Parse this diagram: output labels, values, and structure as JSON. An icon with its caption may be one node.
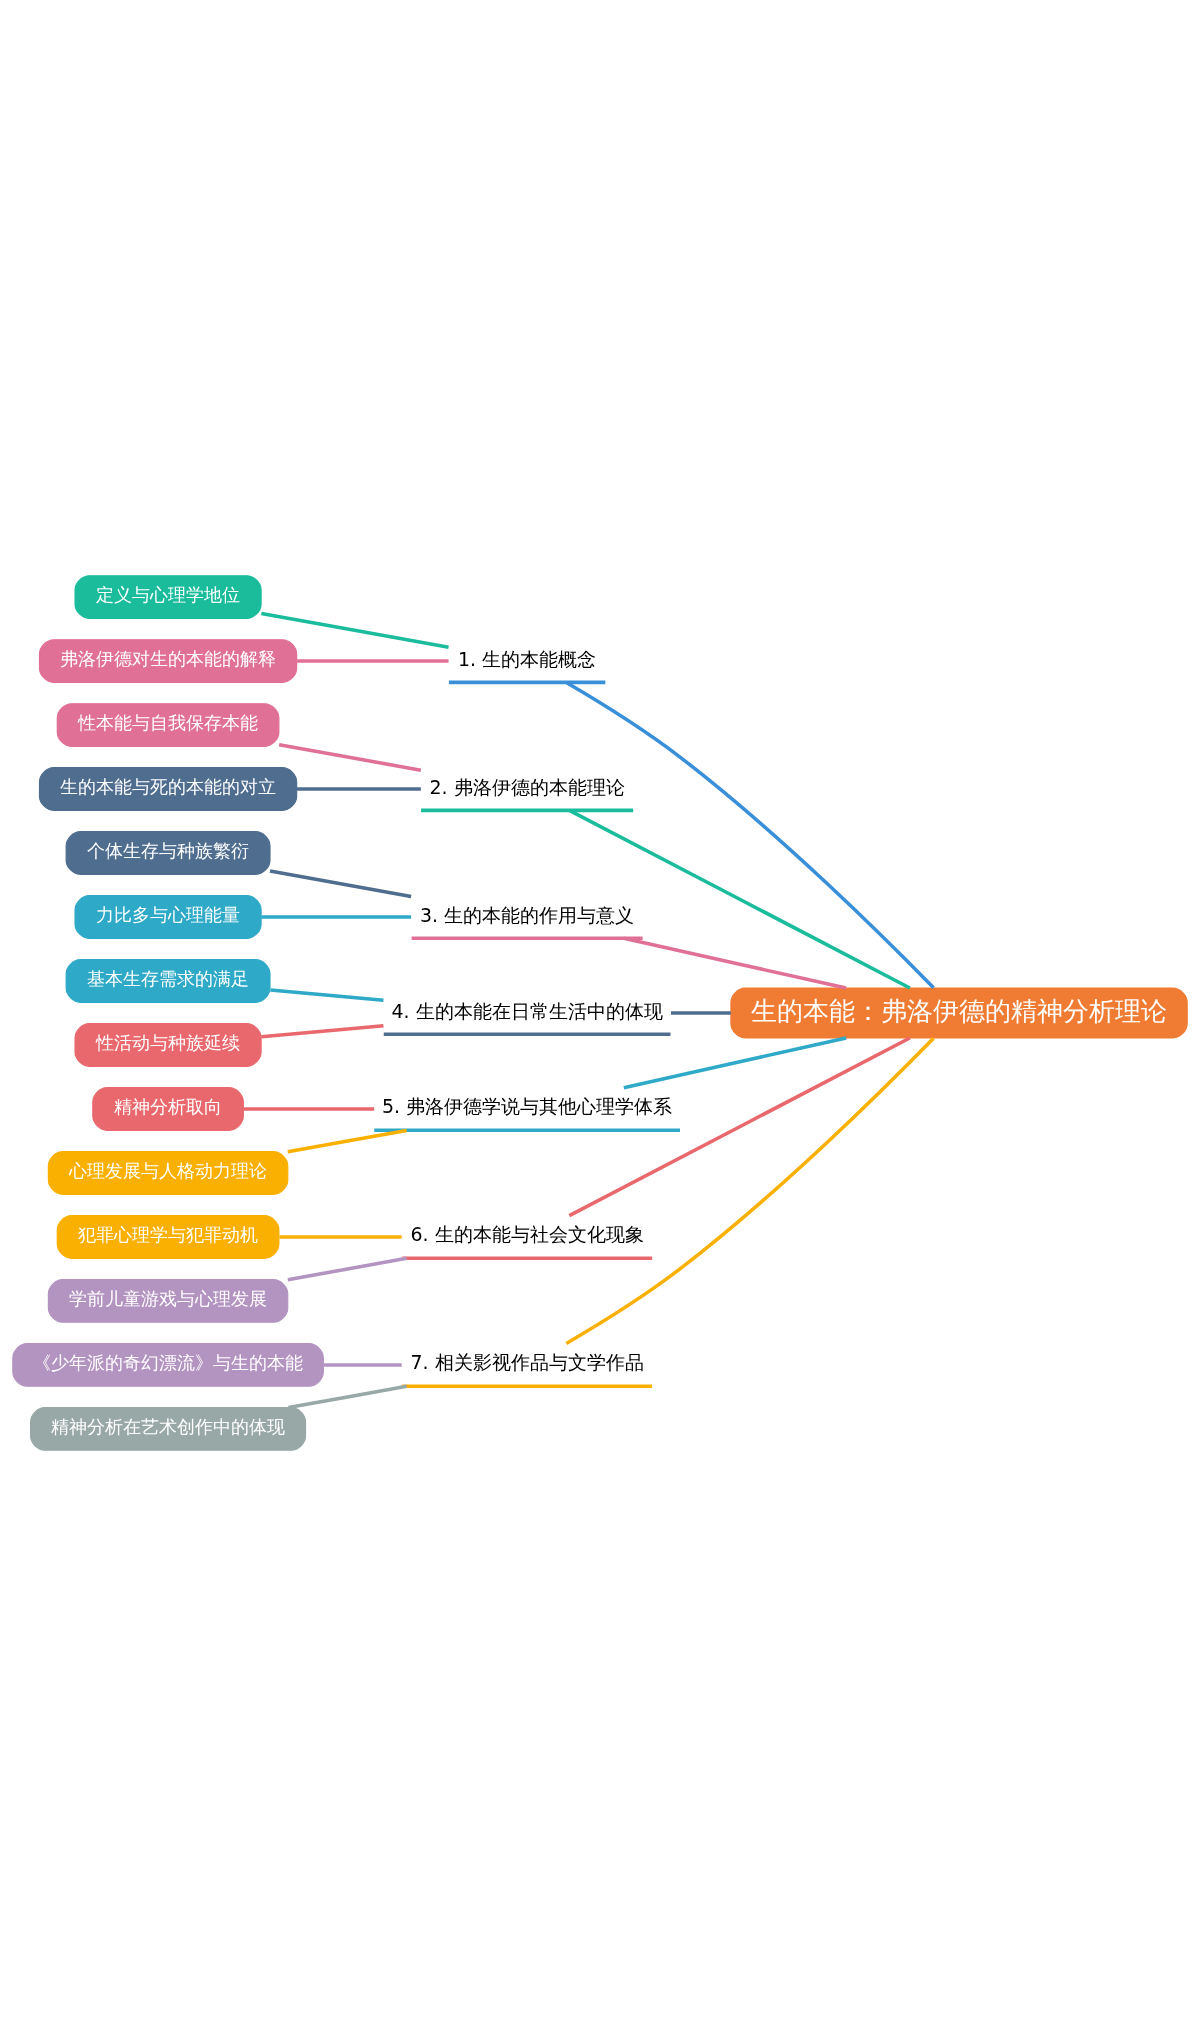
{
  "diagram": {
    "nodes": [
      {
        "text": [
          "生的本能：弗洛伊德的精神分析理论"
        ]
      },
      {
        "text": [
          "1. 生的本能概念"
        ]
      },
      {
        "text": [
          "定义与心理学地位"
        ]
      },
      {
        "text": [
          "弗洛伊德对生的本能的解释"
        ]
      },
      {
        "text": [
          "2. 弗洛伊德的本能理论"
        ]
      },
      {
        "text": [
          "性本能与自我保存本能"
        ]
      },
      {
        "text": [
          "生的本能与死的本能的对立"
        ]
      },
      {
        "text": [
          "3. 生的本能的作用与意义"
        ]
      },
      {
        "text": [
          "个体生存与种族繁衍"
        ]
      },
      {
        "text": [
          "力比多与心理能量"
        ]
      },
      {
        "text": [
          "4. 生的本能在日常生活中的体现"
        ]
      },
      {
        "text": [
          "基本生存需求的满足"
        ]
      },
      {
        "text": [
          "性活动与种族延续"
        ]
      },
      {
        "text": [
          "5. 弗洛伊德学说与其他心理学体系"
        ]
      },
      {
        "text": [
          "精神分析取向"
        ]
      },
      {
        "text": [
          "心理发展与人格动力理论"
        ]
      },
      {
        "text": [
          "6. 生的本能与社会文化现象"
        ]
      },
      {
        "text": [
          "犯罪心理学与犯罪动机"
        ]
      },
      {
        "text": [
          "学前儿童游戏与心理发展"
        ]
      },
      {
        "text": [
          "7. 相关影视作品与文学作品"
        ]
      },
      {
        "text": [
          "《少年派的奇幻漂流》与生的本能"
        ]
      },
      {
        "text": [
          "精神分析在艺术创作中的体现"
        ]
      }
    ],
    "edges": [
      {
        "from": 0,
        "to": 1,
        "arrow": "none",
        "color": "#3a8fd9"
      },
      {
        "from": 1,
        "to": 2,
        "arrow": "none",
        "color": "#1abc9c"
      },
      {
        "from": 1,
        "to": 3,
        "arrow": "none",
        "color": "#e07096"
      },
      {
        "from": 0,
        "to": 4,
        "arrow": "none",
        "color": "#1abc9c"
      },
      {
        "from": 4,
        "to": 5,
        "arrow": "none",
        "color": "#e07096"
      },
      {
        "from": 4,
        "to": 6,
        "arrow": "none",
        "color": "#4f6d8f"
      },
      {
        "from": 0,
        "to": 7,
        "arrow": "none",
        "color": "#e07096"
      },
      {
        "from": 7,
        "to": 8,
        "arrow": "none",
        "color": "#4f6d8f"
      },
      {
        "from": 7,
        "to": 9,
        "arrow": "none",
        "color": "#2ea9c7"
      },
      {
        "from": 0,
        "to": 10,
        "arrow": "none",
        "color": "#4f6d8f"
      },
      {
        "from": 10,
        "to": 11,
        "arrow": "none",
        "color": "#2ea9c7"
      },
      {
        "from": 10,
        "to": 12,
        "arrow": "none",
        "color": "#e8686e"
      },
      {
        "from": 0,
        "to": 13,
        "arrow": "none",
        "color": "#2ea9c7"
      },
      {
        "from": 13,
        "to": 14,
        "arrow": "none",
        "color": "#e8686e"
      },
      {
        "from": 13,
        "to": 15,
        "arrow": "none",
        "color": "#f9b000"
      },
      {
        "from": 0,
        "to": 16,
        "arrow": "none",
        "color": "#e8686e"
      },
      {
        "from": 16,
        "to": 17,
        "arrow": "none",
        "color": "#f9b000"
      },
      {
        "from": 16,
        "to": 18,
        "arrow": "none",
        "color": "#b394c0"
      },
      {
        "from": 0,
        "to": 19,
        "arrow": "none",
        "color": "#f9b000"
      },
      {
        "from": 19,
        "to": 20,
        "arrow": "none",
        "color": "#b394c0"
      },
      {
        "from": 19,
        "to": 21,
        "arrow": "none",
        "color": "#98a8a6"
      }
    ]
  }
}
